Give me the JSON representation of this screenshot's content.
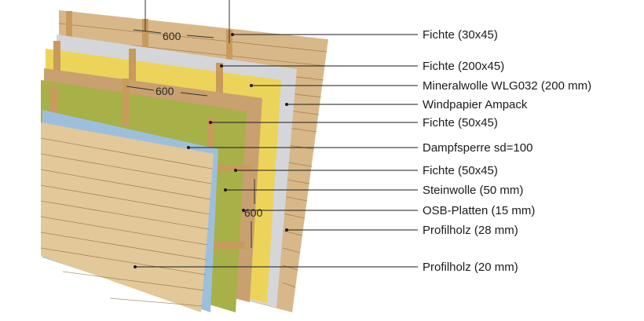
{
  "labels": {
    "fichte_30x45": "Fichte (30x45)",
    "fichte_200x45": "Fichte (200x45)",
    "mineralwolle": "Mineralwolle WLG032 (200 mm)",
    "windpapier": "Windpapier Ampack",
    "fichte_50x45_a": "Fichte (50x45)",
    "dampfsperre": "Dampfsperre sd=100",
    "fichte_50x45_b": "Fichte (50x45)",
    "steinwolle": "Steinwolle (50 mm)",
    "osb": "OSB-Platten (15 mm)",
    "profilholz_28": "Profilholz (28 mm)",
    "profilholz_20": "Profilholz (20 mm)"
  },
  "dimensions": {
    "top_spacing": "600",
    "middle_spacing": "600",
    "vertical_spacing": "600"
  },
  "colors": {
    "outer_wood": "#d8b888",
    "insulation_yellow": "#ecd45a",
    "wind_paper": "#d4d6da",
    "osb": "#c9a070",
    "stone_wool": "#a8b048",
    "vapor_barrier": "#9cc0dc",
    "inner_wood": "#e3c89a",
    "studs": "#c89a5c"
  }
}
